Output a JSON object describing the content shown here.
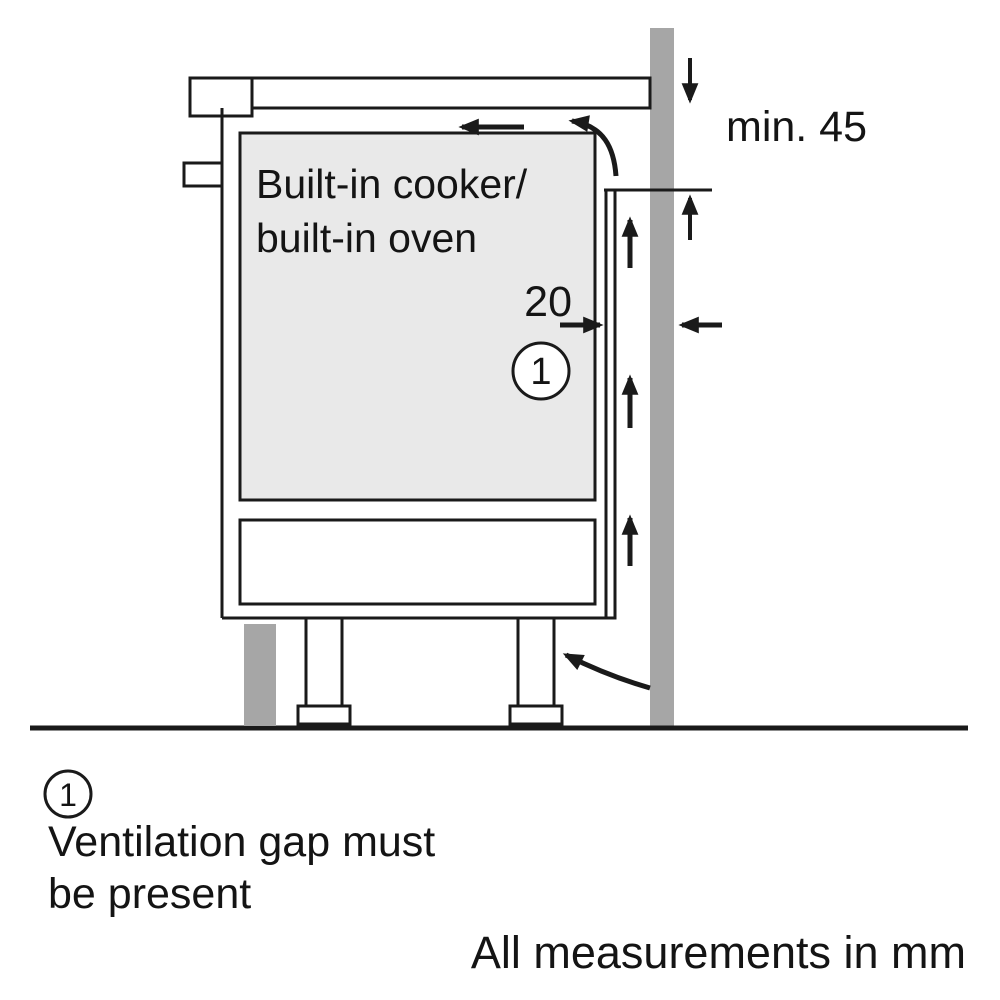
{
  "diagram": {
    "oven_label": {
      "line1": "Built-in cooker/",
      "line2": "built-in oven"
    },
    "dimensions": {
      "top_clearance": "min. 45",
      "gap_width": "20"
    },
    "callout": {
      "number": "1"
    }
  },
  "legend": {
    "number": "1",
    "text_line1": "Ventilation gap must",
    "text_line2": "be present"
  },
  "footer": {
    "note": "All measurements in mm"
  },
  "colors": {
    "background": "#ffffff",
    "line_black": "#1a1a1a",
    "wall_gray": "#a6a6a6",
    "oven_fill": "#e9e9e9"
  },
  "icons": {
    "airflow_up_arrow": "↑",
    "airflow_left_arrow": "←",
    "airflow_curved_arrow": "↶"
  }
}
